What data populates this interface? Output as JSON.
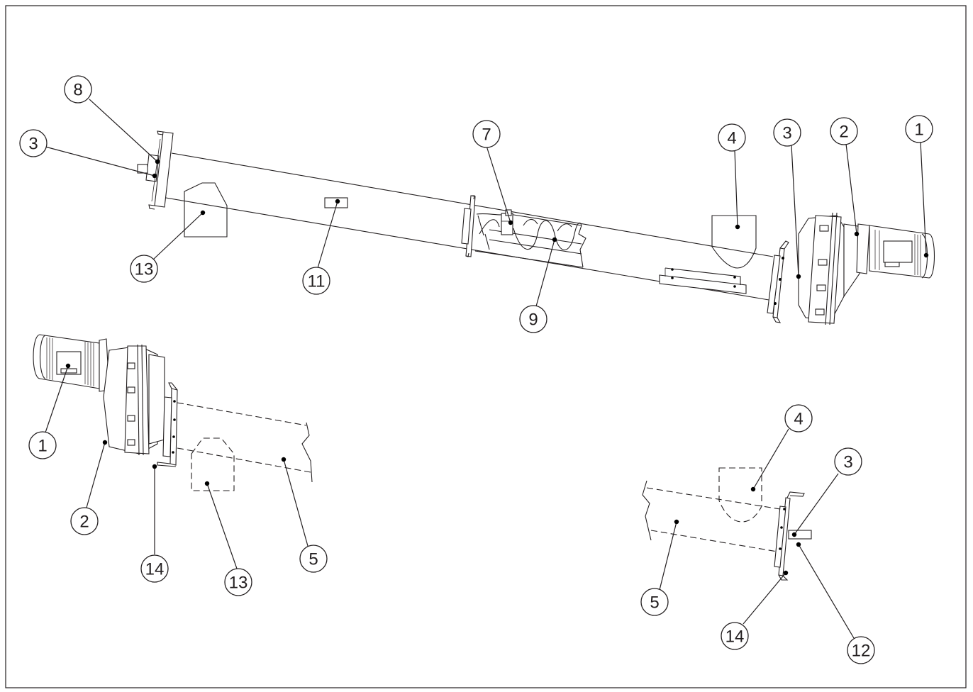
{
  "diagram": {
    "type": "screw-conveyor-assembly-drawing",
    "callouts": {
      "main_8": "8",
      "main_3_left": "3",
      "main_7": "7",
      "main_4": "4",
      "main_3_right": "3",
      "main_2": "2",
      "main_1": "1",
      "main_13": "13",
      "main_11": "11",
      "main_9": "9",
      "drive_1": "1",
      "drive_2": "2",
      "drive_14": "14",
      "drive_13": "13",
      "drive_5": "5",
      "tail_4": "4",
      "tail_3": "3",
      "tail_5": "5",
      "tail_14": "14",
      "tail_12": "12"
    }
  }
}
